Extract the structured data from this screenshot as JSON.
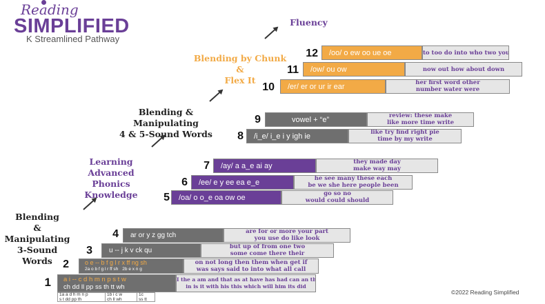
{
  "logo": {
    "reading": "Reading",
    "simplified": "SIMPLIFIED",
    "subtitle": "K Streamlined Pathway"
  },
  "stages": {
    "blending_3": [
      "Blending",
      "& Manipulating",
      "3-Sound Words"
    ],
    "advanced": [
      "Learning",
      "Advanced Phonics",
      "Knowledge"
    ],
    "blending_45": [
      "Blending &",
      "Manipulating",
      "4 & 5-Sound Words"
    ],
    "chunk": [
      "Blending by Chunk",
      "&",
      "Flex It"
    ],
    "fluency": "Fluency"
  },
  "steps": [
    {
      "num": "1",
      "left_line1": "a i -- c d h m n p s t w",
      "left_line2": "ch dd ll pp ss th tt wh",
      "right_line1": "I the a am and that as at have has had can an than",
      "right_line2": "in is it with his this which will him its did"
    },
    {
      "num": "2",
      "left_line1": "o e -- b f g l r x ff ng sh",
      "left_line2a": "2a o b f g l r ff sh",
      "left_line2b": "2b e x n g",
      "right_line1": "on not long then them when get if",
      "right_line2": "was says said to into what all call"
    },
    {
      "num": "3",
      "left_line1": "u -- j k v ck qu",
      "right_line1": "but up of from one two",
      "right_line2": "some come there their"
    },
    {
      "num": "4",
      "left_line1": "ar or y z gg tch",
      "right_line1": "are for or more your part",
      "right_line2": "you use do like look"
    },
    {
      "num": "5",
      "left_line1": "/oa/ o o_e oa ow oe",
      "right_line1": "go so no",
      "right_line2": "would could should"
    },
    {
      "num": "6",
      "left_line1": "/ee/ e y ee ea e_e",
      "right_line1": "he see many these each",
      "right_line2": "be we she here people been"
    },
    {
      "num": "7",
      "left_line1": "/ay/ a a_e ai ay",
      "right_line1": "they made day",
      "right_line2": "make way may"
    },
    {
      "num": "8",
      "left_line1": "/i_e/ i_e i y igh ie",
      "right_line1": "like try find right pie",
      "right_line2": "time by my write"
    },
    {
      "num": "9",
      "left_line1": "vowel + “e”",
      "right_line1": "review: these make",
      "right_line2": "like more time write"
    },
    {
      "num": "10",
      "left_line1": "/er/ er or ur ir ear",
      "right_line1": "her first word other",
      "right_line2": "number water were"
    },
    {
      "num": "11",
      "left_line1": "/ow/ ou ow",
      "right_line1": "now out how about down"
    },
    {
      "num": "12",
      "left_line1": "/oo/ o ew oo ue oe",
      "right_line1": "to too do into who two you"
    }
  ],
  "step1_sub": [
    "1a a d h m n p",
    "s t dd pp th",
    "1b i c w",
    "ch ll wh",
    "1c",
    "ss tt"
  ],
  "copyright": "©2022 Reading Simplified",
  "colors": {
    "purple": "#6a3f97",
    "orange": "#f2aa46",
    "gray": "#6f6f6f",
    "light": "#e6e6e6"
  }
}
